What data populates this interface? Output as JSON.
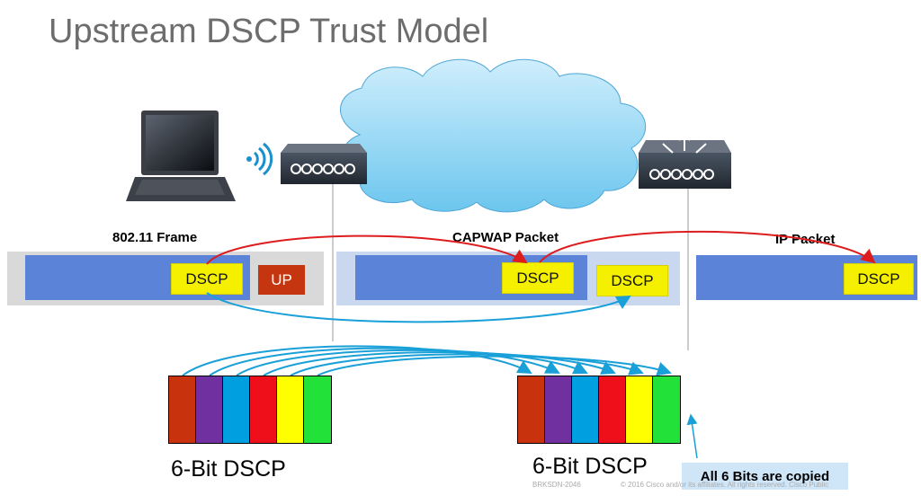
{
  "title": "Upstream DSCP Trust Model",
  "labels": {
    "frame_80211": "802.11 Frame",
    "capwap_packet": "CAPWAP Packet",
    "ip_packet": "IP Packet"
  },
  "fields": {
    "dscp_1": "DSCP",
    "up": "UP",
    "dscp_inner": "DSCP",
    "dscp_outer": "DSCP",
    "dscp_ip": "DSCP"
  },
  "bits": {
    "left_label": "6-Bit DSCP",
    "right_label": "6-Bit DSCP",
    "colors": [
      "#c8330e",
      "#7030a0",
      "#00a0e0",
      "#ee0f1a",
      "#ffff00",
      "#22e23a"
    ]
  },
  "callout": "All 6 Bits are copied",
  "footer": {
    "session": "BRKSDN-2046",
    "copyright": "© 2016  Cisco and/or its affiliates. All rights reserved.  Cisco Public"
  },
  "icons": [
    "laptop-icon",
    "wireless-signal-icon",
    "access-point-icon",
    "wlc-controller-icon",
    "cloud-icon"
  ],
  "colors": {
    "arrow_red": "#dd1d1d",
    "arrow_blue": "#1aa0d8",
    "packet_bar": "#5b84d9",
    "dscp_field": "#f4f000",
    "up_field": "#c5350f"
  }
}
